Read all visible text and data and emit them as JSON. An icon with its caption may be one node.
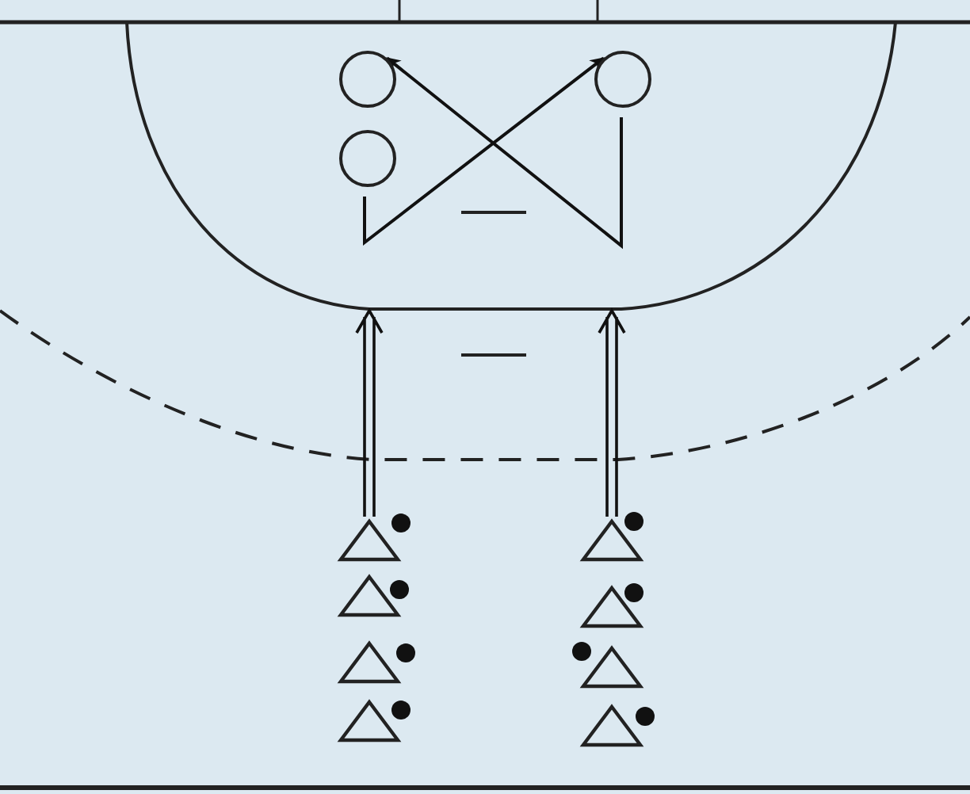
{
  "diagram": {
    "nodes": [
      {
        "text": [],
        "shape": "circle"
      },
      {
        "text": [],
        "shape": "circle"
      },
      {
        "text": [],
        "shape": "circle"
      },
      {
        "text": [],
        "shape": "triangle"
      },
      {
        "text": [],
        "shape": "triangle"
      },
      {
        "text": [],
        "shape": "triangle"
      },
      {
        "text": [],
        "shape": "triangle"
      },
      {
        "text": [],
        "shape": "triangle"
      },
      {
        "text": [],
        "shape": "triangle"
      },
      {
        "text": [],
        "shape": "triangle"
      },
      {
        "text": [],
        "shape": "triangle"
      }
    ],
    "edges": [
      {
        "from": 2,
        "to": 1,
        "arrow": "to"
      },
      {
        "from": 1,
        "to": 0,
        "arrow": "to"
      },
      {
        "from": 3,
        "to": null,
        "arrow": "to"
      },
      {
        "from": 7,
        "to": null,
        "arrow": "to"
      }
    ]
  }
}
